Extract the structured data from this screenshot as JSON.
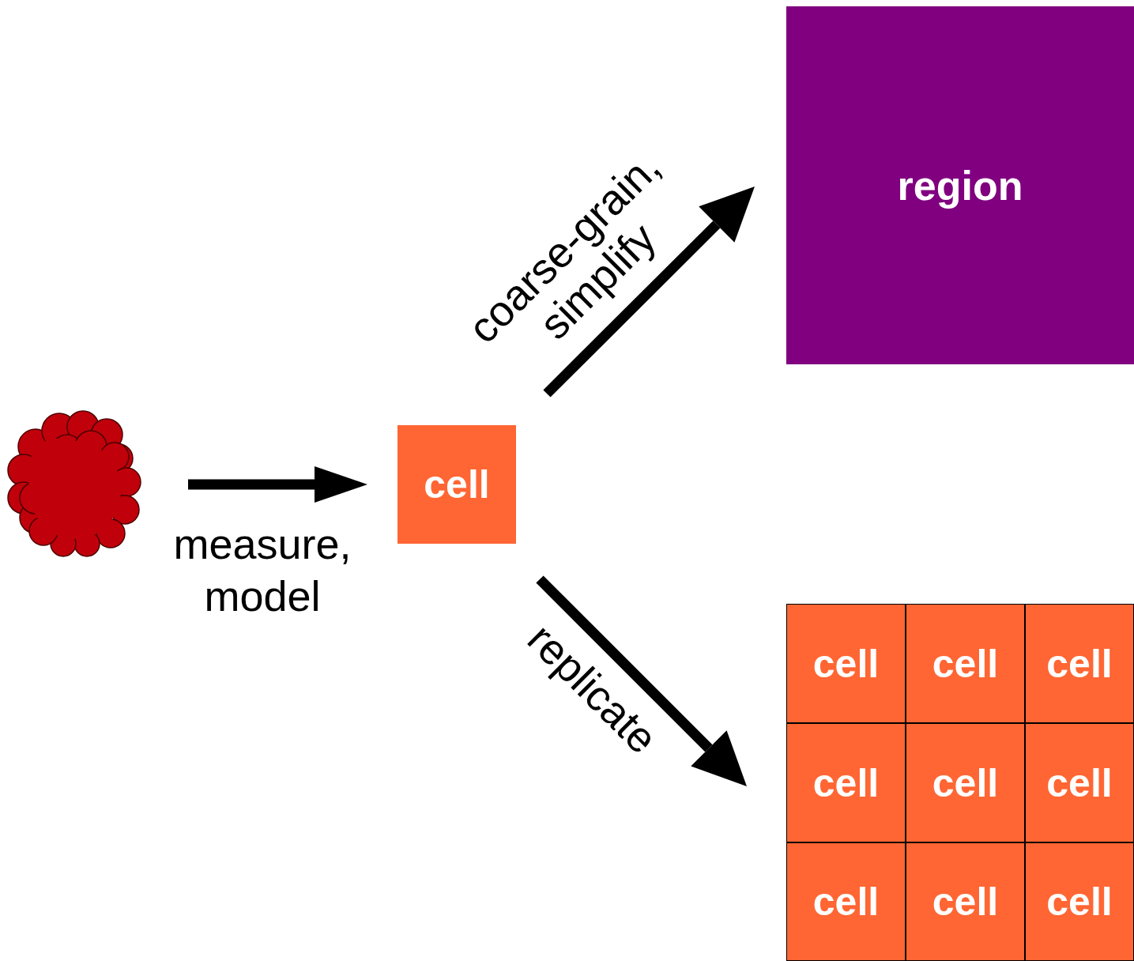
{
  "diagram": {
    "nodes": [
      {
        "text": [
          "cell"
        ]
      },
      {
        "text": [
          "region"
        ]
      },
      {
        "text": [
          "cell"
        ]
      },
      {
        "text": [
          "cell"
        ]
      },
      {
        "text": [
          "cell"
        ]
      },
      {
        "text": [
          "cell"
        ]
      },
      {
        "text": [
          "cell"
        ]
      },
      {
        "text": [
          "cell"
        ]
      },
      {
        "text": [
          "cell"
        ]
      },
      {
        "text": [
          "cell"
        ]
      },
      {
        "text": [
          "cell"
        ]
      }
    ],
    "edges": [
      {
        "from": 0,
        "to": 1,
        "arrow": "to",
        "label": "coarse-grain, simplify"
      },
      {
        "from": 0,
        "to": 5,
        "arrow": "to",
        "label": "replicate"
      }
    ],
    "labels": [
      "measure, model"
    ]
  }
}
